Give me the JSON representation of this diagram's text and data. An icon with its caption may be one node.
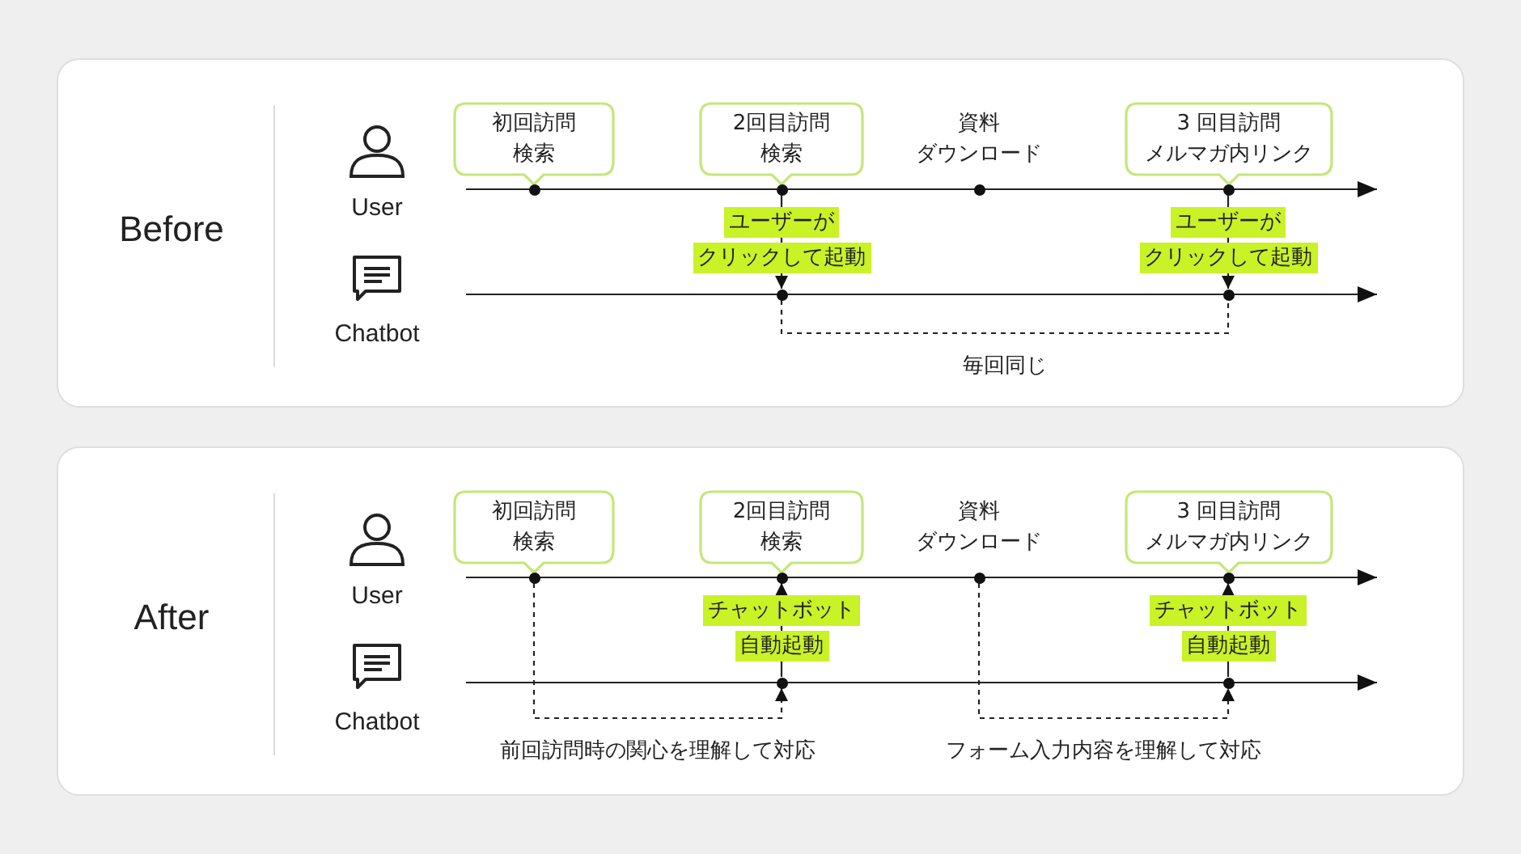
{
  "diagram": {
    "nodes": [
      {
        "text": [
          "Before"
        ]
      },
      {
        "text": [
          "User"
        ],
        "in": 0
      },
      {
        "text": [
          "Chatbot"
        ],
        "in": 0
      },
      {
        "text": [
          "初回訪問",
          "検索"
        ],
        "in": 0
      },
      {
        "text": [
          "2回目訪問",
          "検索"
        ],
        "in": 0
      },
      {
        "text": [
          "資料",
          "ダウンロード"
        ],
        "in": 0
      },
      {
        "text": [
          "3 回目訪問",
          "メルマガ内リンク"
        ],
        "in": 0
      },
      {
        "text": [],
        "shape": "circle",
        "in": 0
      },
      {
        "text": [],
        "shape": "circle",
        "in": 0
      },
      {
        "text": [],
        "shape": "circle",
        "in": 0
      },
      {
        "text": [],
        "shape": "circle",
        "in": 0
      },
      {
        "text": [],
        "shape": "circle",
        "in": 0
      },
      {
        "text": [],
        "shape": "circle",
        "in": 0
      },
      {
        "text": [
          "After"
        ]
      },
      {
        "text": [
          "User"
        ],
        "in": 13
      },
      {
        "text": [
          "Chatbot"
        ],
        "in": 13
      },
      {
        "text": [
          "初回訪問",
          "検索"
        ],
        "in": 13
      },
      {
        "text": [
          "2回目訪問",
          "検索"
        ],
        "in": 13
      },
      {
        "text": [
          "資料",
          "ダウンロード"
        ],
        "in": 13
      },
      {
        "text": [
          "3 回目訪問",
          "メルマガ内リンク"
        ],
        "in": 13
      },
      {
        "text": [],
        "shape": "circle",
        "in": 13
      },
      {
        "text": [],
        "shape": "circle",
        "in": 13
      },
      {
        "text": [],
        "shape": "circle",
        "in": 13
      },
      {
        "text": [],
        "shape": "circle",
        "in": 13
      },
      {
        "text": [],
        "shape": "circle",
        "in": 13
      },
      {
        "text": [],
        "shape": "circle",
        "in": 13
      }
    ],
    "edges": [
      {
        "from": 8,
        "to": 11,
        "arrow": "to",
        "label": "ユーザーがクリックして起動"
      },
      {
        "from": 10,
        "to": 12,
        "arrow": "to",
        "label": "ユーザーがクリックして起動"
      },
      {
        "from": 11,
        "to": 12,
        "arrow": "none",
        "style": "dashed",
        "label": "毎回同じ"
      },
      {
        "from": 24,
        "to": 21,
        "arrow": "to",
        "label": "チャットボット自動起動"
      },
      {
        "from": 25,
        "to": 23,
        "arrow": "to",
        "label": "チャットボット自動起動"
      },
      {
        "from": 20,
        "to": 24,
        "arrow": "to",
        "style": "dashed",
        "label": "前回訪問時の関心を理解して対応"
      },
      {
        "from": 22,
        "to": 25,
        "arrow": "to",
        "style": "dashed",
        "label": "フォーム入力内容を理解して対応"
      }
    ]
  }
}
